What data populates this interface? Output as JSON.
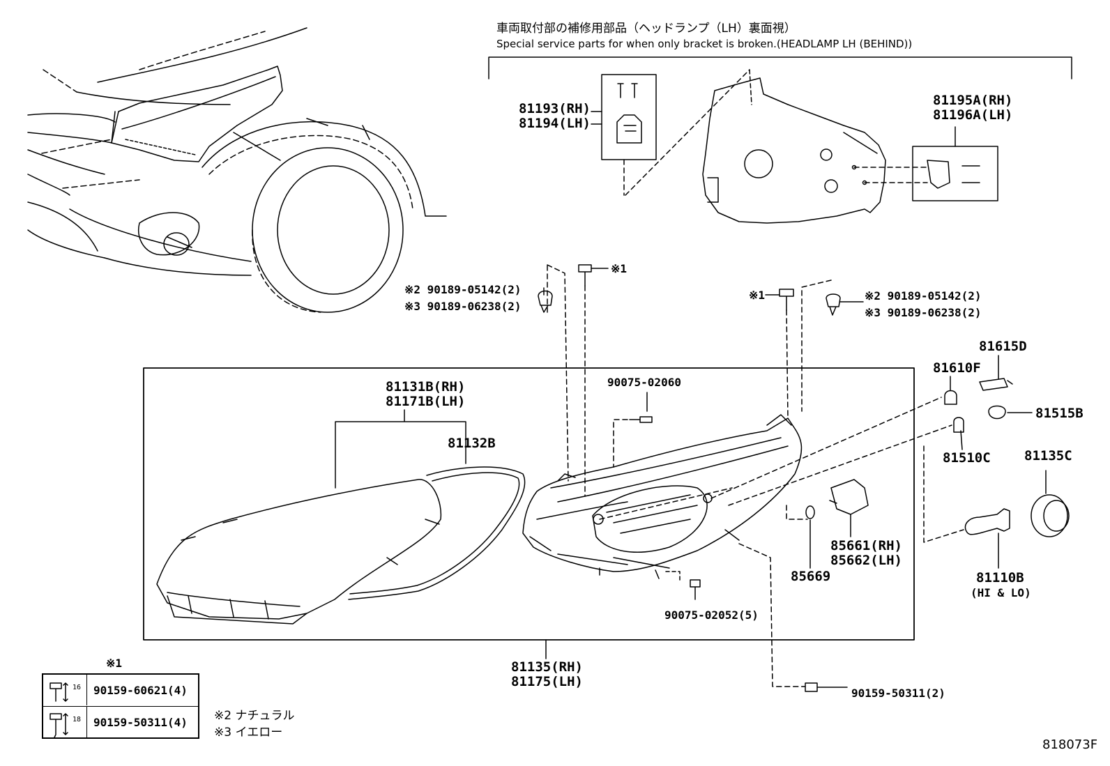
{
  "header": {
    "jp": "車両取付部の補修用部品（ヘッドランプ（LH）裏面視）",
    "en": "Special service parts for when only bracket is broken.(HEADLAMP LH (BEHIND))"
  },
  "parts": {
    "p81193": "81193(RH)",
    "p81194": "81194(LH)",
    "p81195a": "81195A(RH)",
    "p81196a": "81196A(LH)",
    "clip_left_1": "※2 90189-05142(2)",
    "clip_left_2": "※3 90189-06238(2)",
    "screw_mark_left": "※1",
    "screw_mark_right": "※1",
    "clip_right_1": "※2 90189-05142(2)",
    "clip_right_2": "※3 90189-06238(2)",
    "p81615d": "81615D",
    "p81610f": "81610F",
    "p81515b": "81515B",
    "p81510c": "81510C",
    "p81135c": "81135C",
    "p81131b": "81131B(RH)",
    "p81171b": "81171B(LH)",
    "p81132b": "81132B",
    "p90075_02060": "90075-02060",
    "p85661": "85661(RH)",
    "p85662": "85662(LH)",
    "p85669": "85669",
    "p90075_02052": "90075-02052(5)",
    "p81110b": "81110B",
    "p81110b_note": "(HI & LO)",
    "p81135": "81135(RH)",
    "p81175": "81175(LH)",
    "p90159_50311_2": "90159-50311(2)"
  },
  "legend": {
    "title": "※1",
    "rows": [
      {
        "length": "16",
        "part": "90159-60621(4)"
      },
      {
        "length": "18",
        "part": "90159-50311(4)"
      }
    ]
  },
  "notes": {
    "n2": "※2 ナチュラル",
    "n3": "※3 イエロー"
  },
  "figure_id": "818073F"
}
